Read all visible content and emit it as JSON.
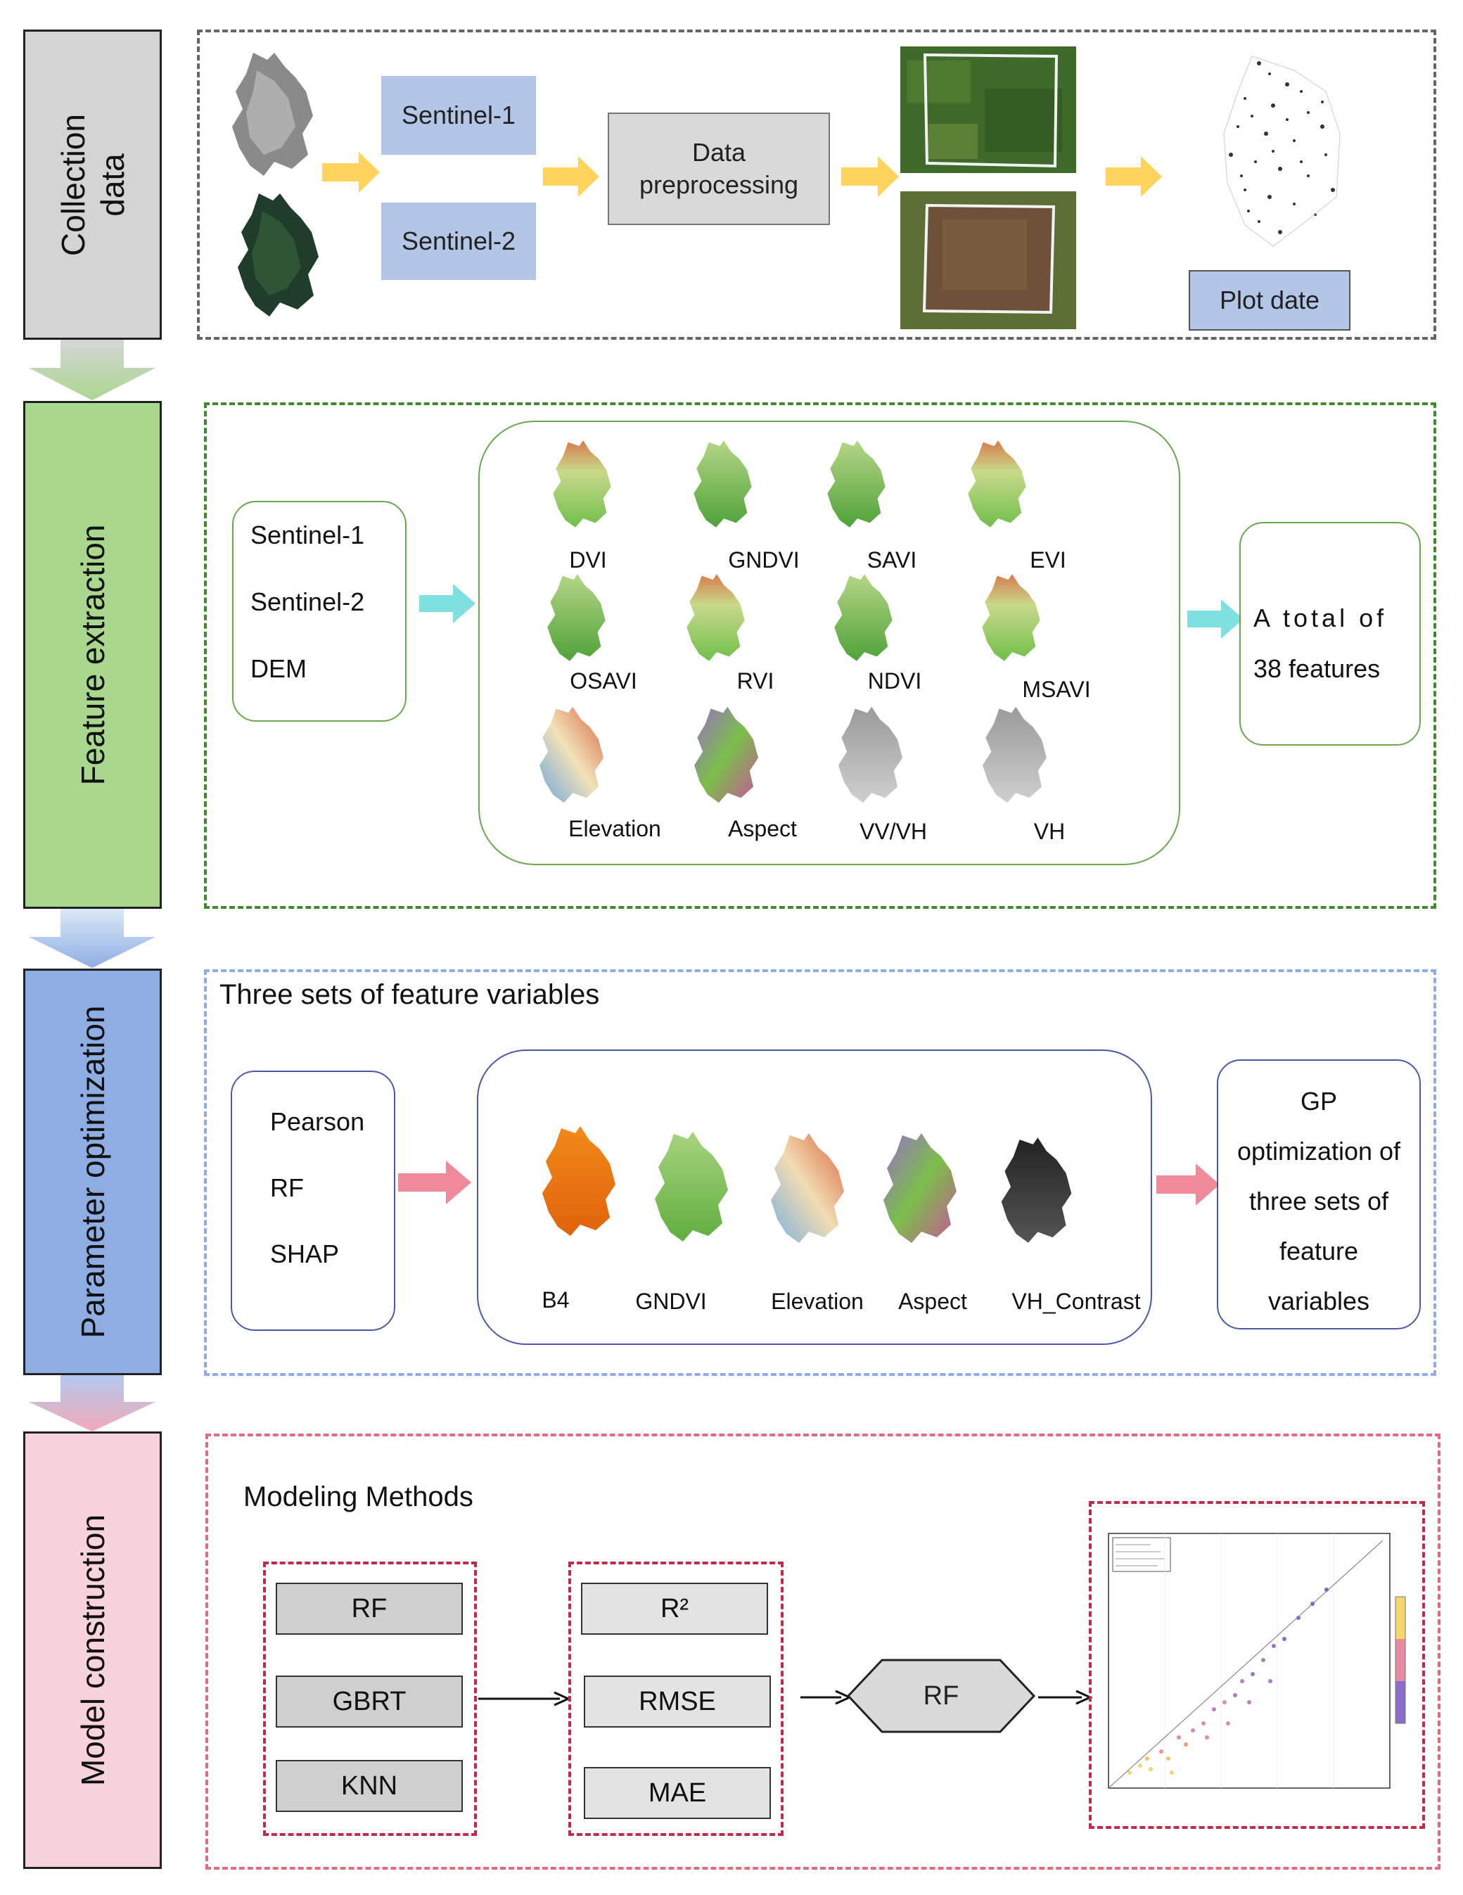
{
  "stages": {
    "collection": {
      "label_line1": "Collection",
      "label_line2": "data",
      "color": "#d4d4d4"
    },
    "feature": {
      "label": "Feature extraction",
      "color": "#a9d78d"
    },
    "param": {
      "label": "Parameter optimization",
      "color": "#8eaee3"
    },
    "model": {
      "label": "Model construction",
      "color": "#f7d3dc"
    }
  },
  "collection": {
    "sentinel1": "Sentinel-1",
    "sentinel2": "Sentinel-2",
    "preprocessing_line1": "Data",
    "preprocessing_line2": "preprocessing",
    "plot_date": "Plot date",
    "box_color": "#b4c6e7",
    "arrow_color": "#ffd35c"
  },
  "feature": {
    "inputs": [
      "Sentinel-1",
      "Sentinel-2",
      "DEM"
    ],
    "maps": [
      "DVI",
      "GNDVI",
      "SAVI",
      "EVI",
      "OSAVI",
      "RVI",
      "NDVI",
      "MSAVI",
      "Elevation",
      "Aspect",
      "VV/VH",
      "VH"
    ],
    "result_line1": "A total of",
    "result_line2": "38 features",
    "arrow_color": "#7fe0e0",
    "frame_color": "#3f8a2f"
  },
  "param": {
    "title": "Three sets of feature variables",
    "methods": [
      "Pearson",
      "RF",
      "SHAP"
    ],
    "maps": [
      "B4",
      "GNDVI",
      "Elevation",
      "Aspect",
      "VH_Contrast"
    ],
    "result_lines": [
      "GP",
      "optimization of",
      "three sets of",
      "feature",
      "variables"
    ],
    "arrow_color": "#ee8a99",
    "frame_color": "#8eaee3"
  },
  "model": {
    "title": "Modeling Methods",
    "algorithms": [
      "RF",
      "GBRT",
      "KNN"
    ],
    "metrics": [
      "R²",
      "RMSE",
      "MAE"
    ],
    "best": "RF",
    "frame_color": "#e46a85",
    "inner_color": "#c2294a"
  }
}
